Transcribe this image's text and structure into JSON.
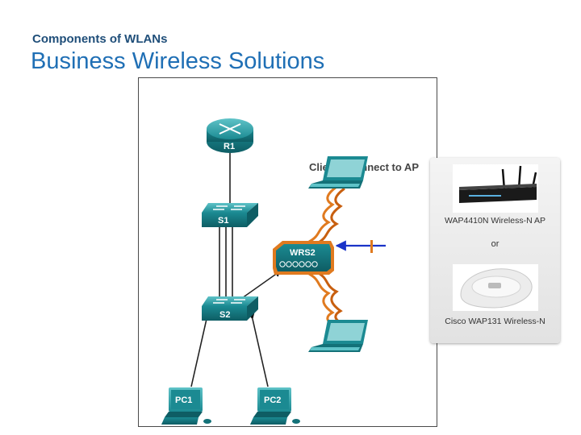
{
  "slide": {
    "subtitle": "Components of WLANs",
    "title": "Business Wireless Solutions"
  },
  "diagram": {
    "caption": "Clients Connect to AP",
    "devices": {
      "router": "R1",
      "switch_top": "S1",
      "switch_bottom": "S2",
      "wireless_router": "WRS2",
      "pc_left": "PC1",
      "pc_right": "PC2"
    }
  },
  "ap_options": {
    "option_1": "WAP4410N Wireless-N AP",
    "separator": "or",
    "option_2": "Cisco WAP131 Wireless-N"
  },
  "colors": {
    "title": "#1f6fb5",
    "subtitle": "#1f4e79",
    "device_teal": "#1b8a92",
    "wireless_orange": "#e07a1f",
    "pointer_arrow": "#1a33c8"
  }
}
